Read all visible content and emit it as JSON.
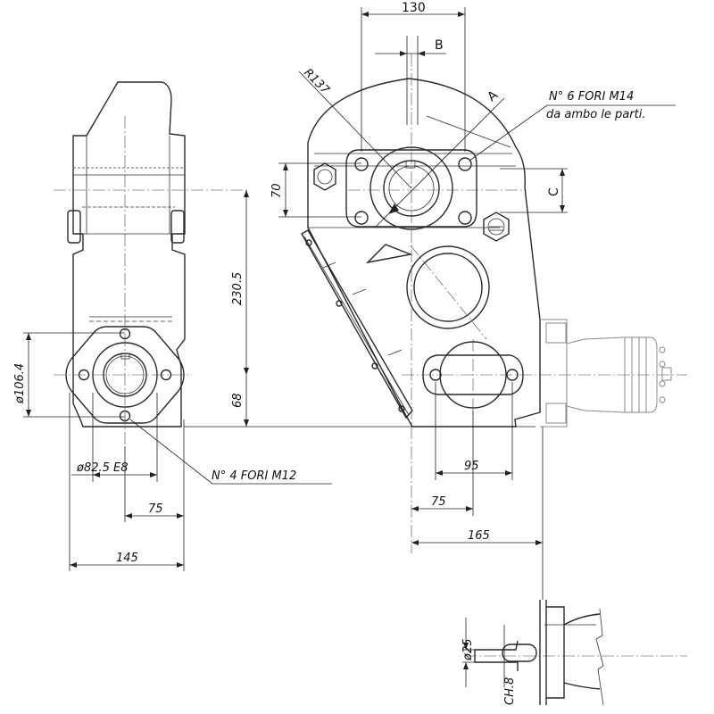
{
  "drawing": {
    "dimensions": {
      "top_width": "130",
      "ref_b": "B",
      "ref_a": "A",
      "ref_c": "C",
      "radius": "R137",
      "h_70": "70",
      "h_230": "230.5",
      "h_68": "68",
      "dia_106": "ø106.4",
      "dia_82": "ø82.5 E8",
      "w_75_left": "75",
      "w_145": "145",
      "w_95": "95",
      "w_75_right": "75",
      "w_165": "165",
      "dia_25": "ø25",
      "ch_8": "CH.8"
    },
    "notes": {
      "holes_m14_line1": "N° 6 FORI M14",
      "holes_m14_line2": "da ambo le parti.",
      "holes_m12": "N° 4 FORI M12"
    }
  }
}
